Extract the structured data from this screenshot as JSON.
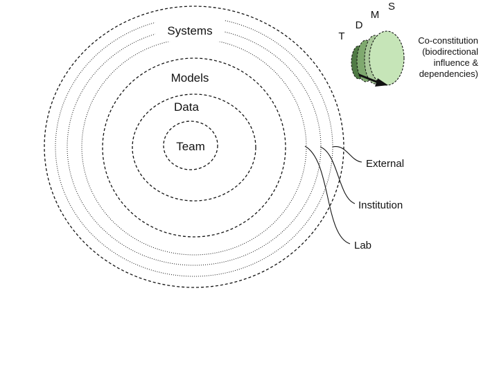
{
  "rings": {
    "team": "Team",
    "data": "Data",
    "models": "Models",
    "systems": "Systems"
  },
  "contexts": {
    "external": "External",
    "institution": "Institution",
    "lab": "Lab"
  },
  "legend": {
    "letters": [
      "T",
      "D",
      "M",
      "S"
    ],
    "caption": [
      "Co-constitution",
      "(biodirectional",
      "influence &",
      "dependencies)"
    ],
    "colors": [
      "#4f7a44",
      "#7fa96f",
      "#a9c99a",
      "#c6e5b8"
    ]
  }
}
